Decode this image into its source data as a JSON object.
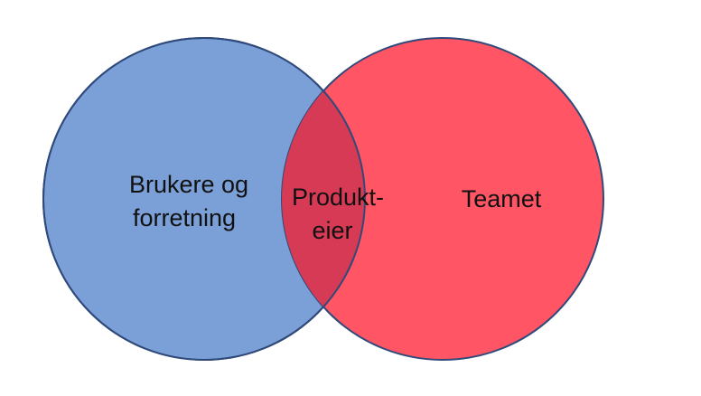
{
  "diagram": {
    "type": "venn",
    "sets": [
      {
        "id": "left",
        "label_lines": [
          "Brukere og",
          "forretning"
        ],
        "fill": "#7b9fd7",
        "stroke": "#2f4a7a"
      },
      {
        "id": "right",
        "label_lines": [
          "Teamet"
        ],
        "fill": "#ff5564",
        "stroke": "#2f4a7a"
      }
    ],
    "intersection": {
      "label_lines": [
        "Produkt-",
        "eier"
      ],
      "fill": "#d63a55"
    }
  }
}
